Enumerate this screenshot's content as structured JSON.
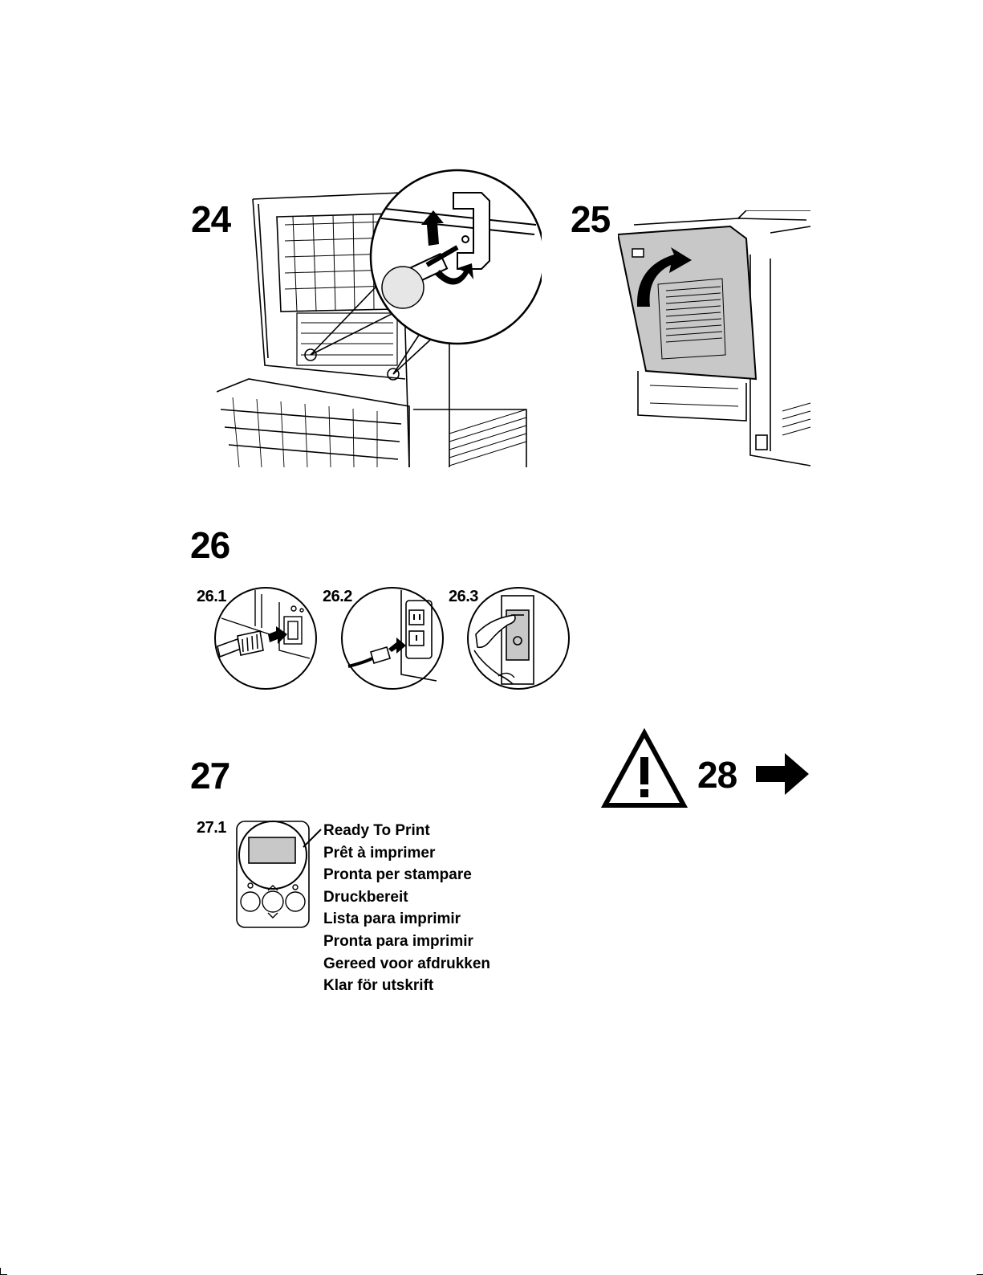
{
  "steps": {
    "s24": "24",
    "s25": "25",
    "s26": "26",
    "s26_1": "26.1",
    "s26_2": "26.2",
    "s26_3": "26.3",
    "s27": "27",
    "s27_1": "27.1",
    "s28": "28"
  },
  "status_messages": [
    "Ready To Print",
    "Prêt à imprimer",
    "Pronta per stampare",
    "Druckbereit",
    "Lista para imprimir",
    "Pronta para imprimir",
    "Gereed voor afdrukken",
    "Klar för utskrift"
  ],
  "icons": {
    "caution": "warning-triangle-icon",
    "next": "right-arrow-icon"
  },
  "colors": {
    "ink": "#000000",
    "panel_gray": "#c8c8c8",
    "paper": "#ffffff"
  }
}
